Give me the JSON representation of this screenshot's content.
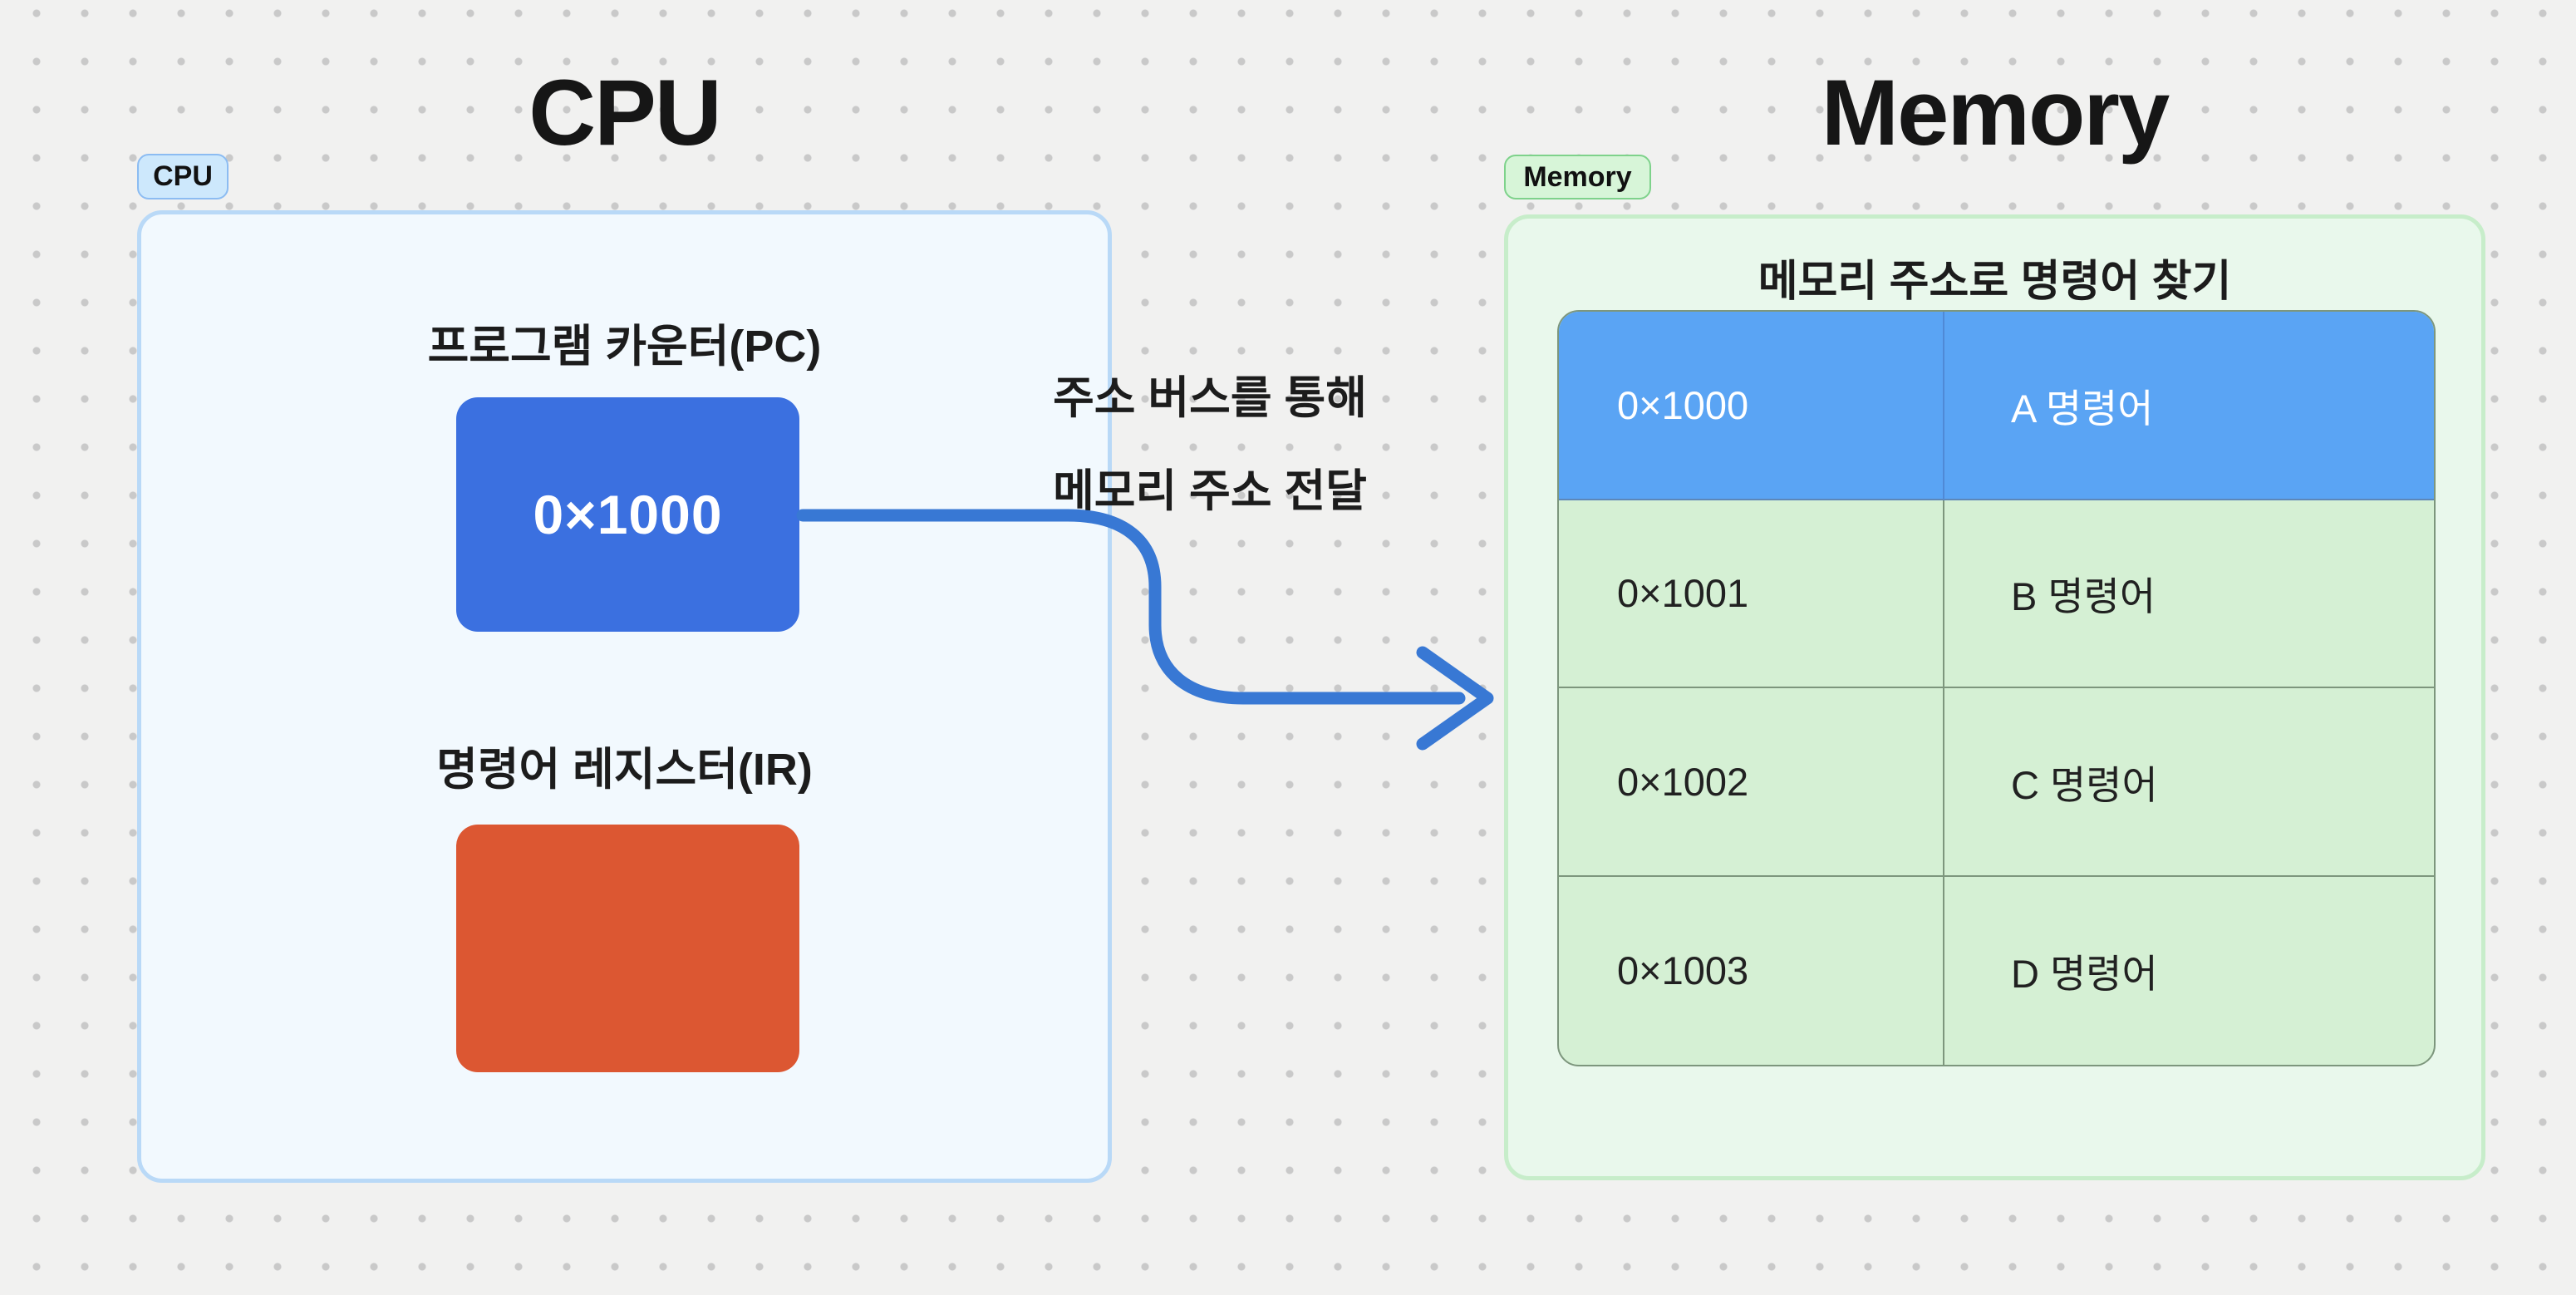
{
  "cpu": {
    "title": "CPU",
    "badge": "CPU",
    "pc_label": "프로그램 카운터(PC)",
    "pc_value": "0×1000",
    "ir_label": "명령어 레지스터(IR)"
  },
  "arrow": {
    "line1": "주소 버스를 통해",
    "line2": "메모리 주소 전달"
  },
  "memory": {
    "title": "Memory",
    "badge": "Memory",
    "table_title": "메모리 주소로 명령어 찾기",
    "rows": [
      {
        "address": "0×1000",
        "instruction": "A 명령어",
        "highlighted": true
      },
      {
        "address": "0×1001",
        "instruction": "B 명령어",
        "highlighted": false
      },
      {
        "address": "0×1002",
        "instruction": "C 명령어",
        "highlighted": false
      },
      {
        "address": "0×1003",
        "instruction": "D 명령어",
        "highlighted": false
      }
    ]
  },
  "colors": {
    "page_bg": "#f1f1f0",
    "dot": "#c9c9c9",
    "cpu_panel_bg": "#f2f9fe",
    "cpu_panel_border": "#b9d9f7",
    "cpu_badge_bg": "#cde8fc",
    "pc_box_blue": "#3b70e0",
    "ir_box_orange": "#dc5732",
    "memory_panel_bg": "#e9f8ec",
    "memory_panel_border": "#c7edca",
    "memory_badge_bg": "#d7f5d8",
    "table_header_blue": "#5aa4f4",
    "table_row_green": "#d5f0d4",
    "table_border": "#7d967d",
    "arrow_blue": "#3878d4"
  }
}
